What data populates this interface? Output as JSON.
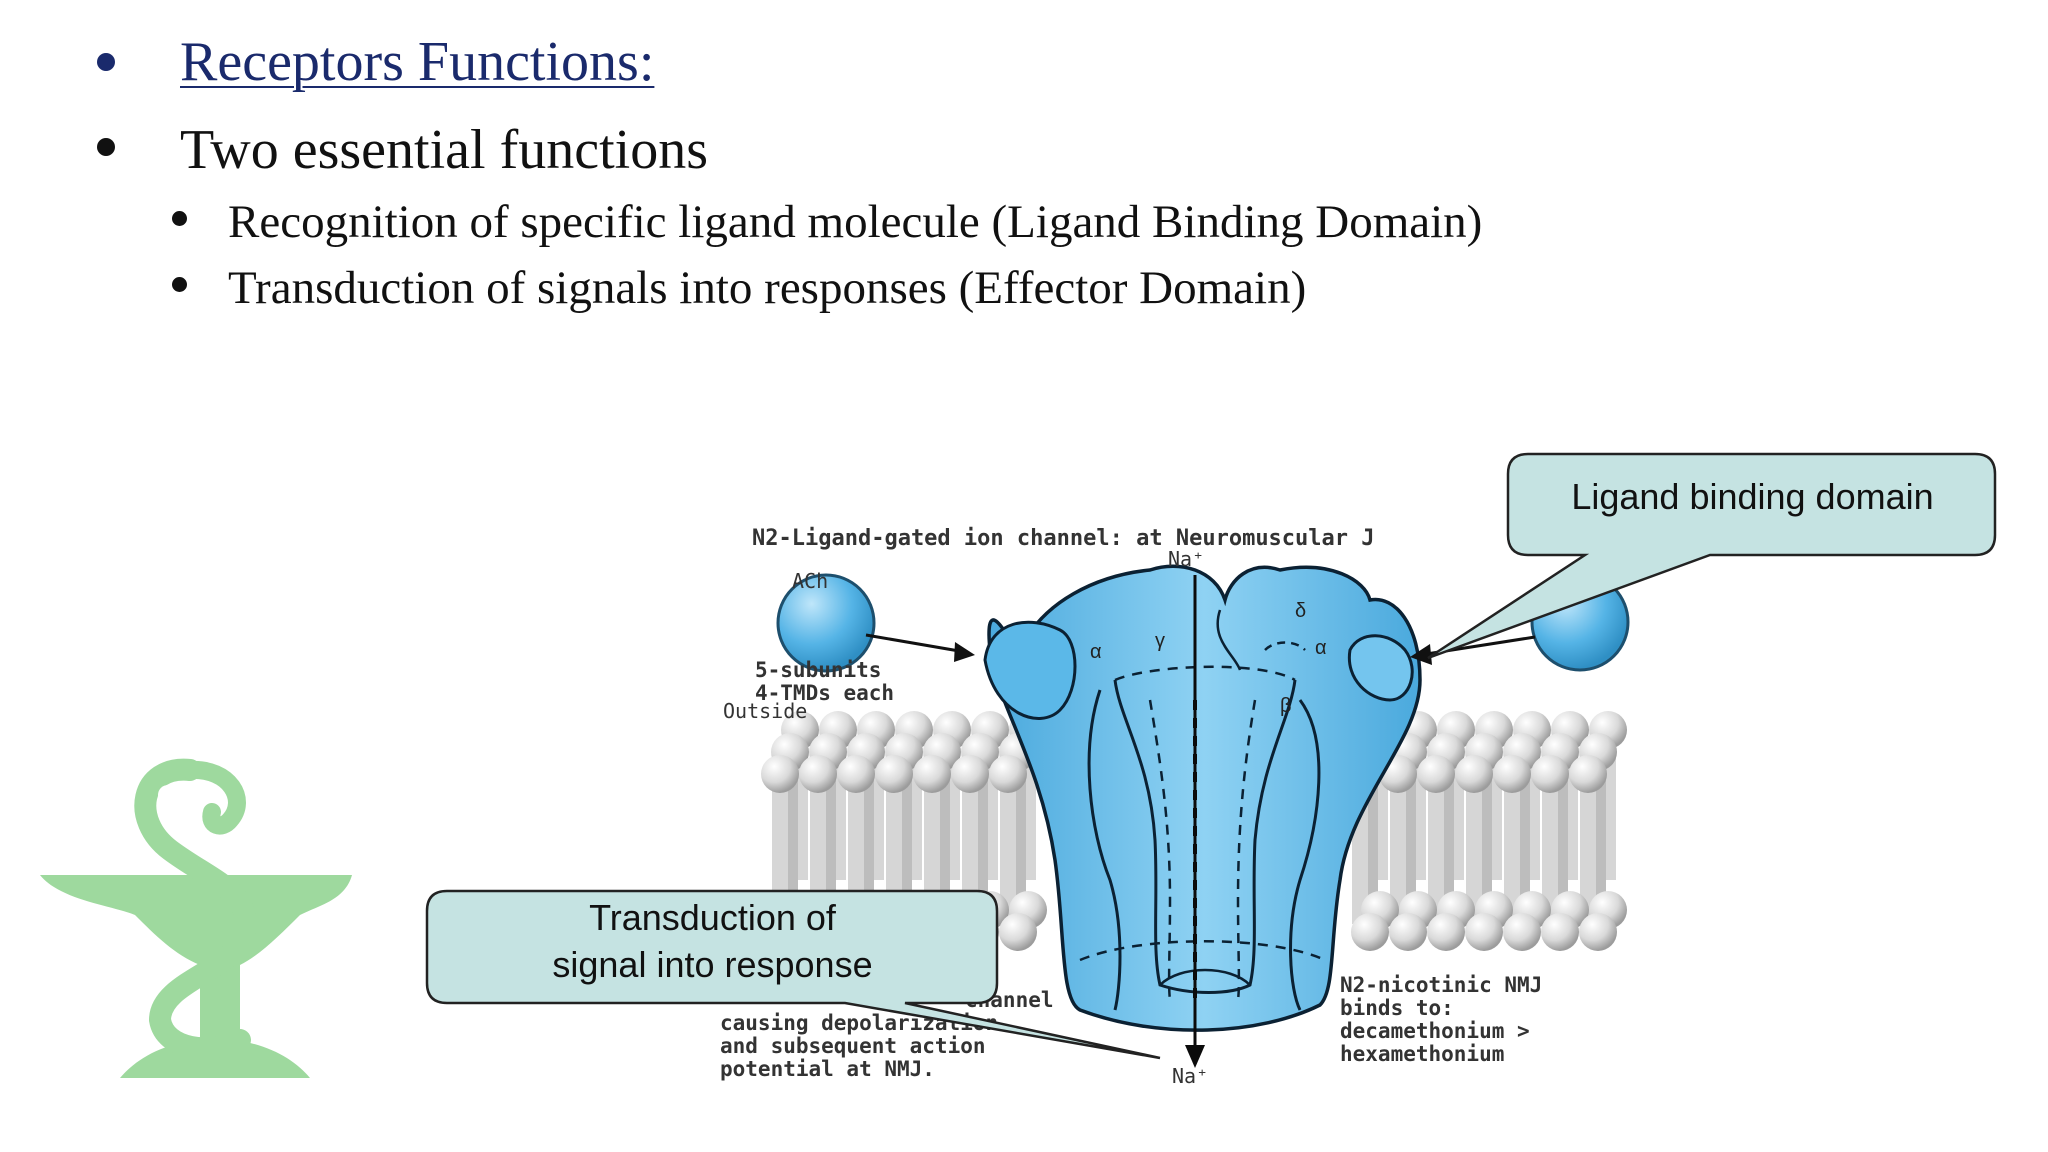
{
  "slide": {
    "title": "Receptors Functions:",
    "bullet": "Two essential functions",
    "subbullets": [
      "Recognition of specific ligand molecule (Ligand Binding Domain)",
      "Transduction of signals into responses   (Effector Domain)"
    ]
  },
  "diagram": {
    "heading": "N2-Ligand-gated ion channel: at Neuromuscular J",
    "na_top": "Na⁺",
    "na_bottom": "Na⁺",
    "ach": "ACh",
    "subunits_line1": "5-subunits",
    "subunits_line2": "4-TMDs each",
    "outside": "Outside",
    "subunit_labels": [
      "α",
      "γ",
      "δ",
      "α",
      "β"
    ],
    "left_note": [
      "channel",
      "causing depolarization",
      "and subsequent action",
      "potential at NMJ."
    ],
    "right_note": [
      "N2-nicotinic NMJ",
      "binds to:",
      "decamethonium >",
      "hexamethonium"
    ]
  },
  "callouts": {
    "ligand": "Ligand binding domain",
    "transduction_line1": "Transduction of",
    "transduction_line2": "signal into response"
  },
  "colors": {
    "title": "#1a2a6c",
    "channel": "#5bb8e8",
    "callout_fill": "#c5e3e2",
    "logo": "#9ed99e"
  },
  "logo": "bowl-of-hygieia-icon"
}
